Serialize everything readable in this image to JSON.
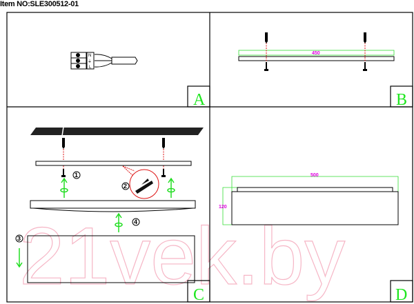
{
  "title": "Item NO:SLE300512-01",
  "panels": {
    "a": {
      "label": "A",
      "terminals": [
        "N",
        "⏚",
        "L"
      ]
    },
    "b": {
      "label": "B",
      "dimension": "450"
    },
    "c": {
      "label": "C",
      "steps": [
        "1",
        "2",
        "3",
        "4"
      ]
    },
    "d": {
      "label": "D",
      "width": "500",
      "height": "120"
    }
  },
  "watermark": "21vek.by",
  "colors": {
    "label": "#1ee61e",
    "dimension_text": "#e000e0",
    "dimension_line": "#33dd33",
    "axis": "#dd1111"
  }
}
